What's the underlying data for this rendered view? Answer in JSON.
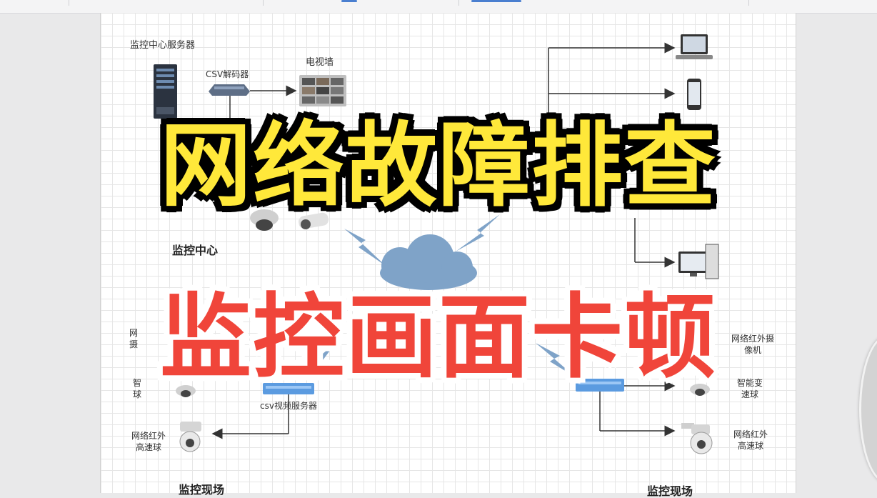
{
  "labels": {
    "server": "监控中心服务器",
    "csv_decoder": "CSV解码器",
    "tv_wall": "电视墙",
    "center": "监控中心",
    "csv_video_server": "csv视频服务器",
    "ir_dome_left": "网络红外\n高速球",
    "ir_cam_right": "网络红外摄\n像机",
    "smart_dome_right": "智能变\n速球",
    "ir_dome_right": "网络红外\n高速球",
    "left_partial_1": "网\n摄",
    "left_partial_2": "智\n球",
    "site_left": "监控现场",
    "site_right": "监控现场"
  },
  "titles": {
    "line1": "网络故障排查",
    "line2": "监控画面卡顿"
  },
  "colors": {
    "title1_fill": "#ffe83a",
    "title1_stroke": "#000000",
    "title2_fill": "#f0453a",
    "cloud": "#7fa3c8",
    "arrow": "#333333"
  },
  "icons": [
    "server-icon",
    "decoder-icon",
    "tv-wall-icon",
    "laptop-icon",
    "phone-icon",
    "desktop-icon",
    "cloud-icon",
    "dome-camera-icon",
    "bullet-camera-icon",
    "speed-dome-icon"
  ]
}
